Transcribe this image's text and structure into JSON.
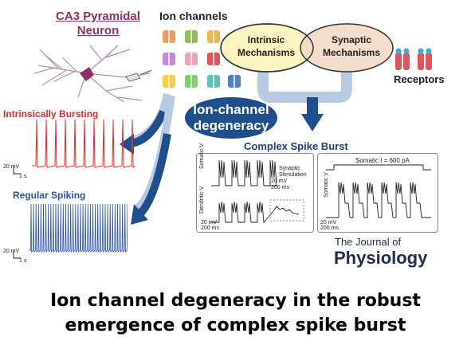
{
  "neuron": {
    "title_line1": "CA3 Pyramidal",
    "title_line2": "Neuron"
  },
  "ion_channels": {
    "title": "Ion channels"
  },
  "mechanisms": {
    "intrinsic_line1": "Intrinsic",
    "intrinsic_line2": "Mechanisms",
    "synaptic_line1": "Synaptic",
    "synaptic_line2": "Mechanisms"
  },
  "receptors": {
    "label": "Receptors"
  },
  "degeneracy": {
    "line1": "Ion-channel",
    "line2": "degeneracy"
  },
  "intrinsic_bursting": {
    "title": "Intrinsically Bursting",
    "scale_v": "20 mV",
    "scale_t": "1 s"
  },
  "regular_spiking": {
    "title": "Regular Spiking",
    "scale_v": "20 mV",
    "scale_t": "1 s"
  },
  "complex_spike_burst": {
    "title": "Complex Spike Burst",
    "panel_left": {
      "somatic_label": "Somatic V",
      "dendritic_label": "Dendritic V",
      "stim_line1": "Synaptic",
      "stim_line2": "Stimulation",
      "scale_v1": "20 mV",
      "scale_t1": "200 ms",
      "scale_v2": "20 mV",
      "scale_t2": "200 ms"
    },
    "panel_right": {
      "stim_label": "Somatic I",
      "stim_value": "= 600 pA",
      "somatic_label": "Somatic V",
      "scale_v": "20 mV",
      "scale_t": "200 ms"
    }
  },
  "journal": {
    "line1": "The Journal of",
    "line2": "Physiology"
  },
  "caption": {
    "line1": "Ion channel degeneracy in the robust",
    "line2": "emergence of complex spike burst"
  },
  "colors": {
    "neuron": "#8e2f6b",
    "bursting": "#d53030",
    "spiking": "#2b52a3",
    "arrow": "#1f4e8c",
    "intrinsic_fill": "#fbf3c0",
    "synaptic_fill": "#f3d9c8",
    "venn_stroke": "#333333"
  },
  "icons": [
    "ion-channel-icon",
    "receptor-icon",
    "neuron-illustration",
    "arrow-icon"
  ]
}
